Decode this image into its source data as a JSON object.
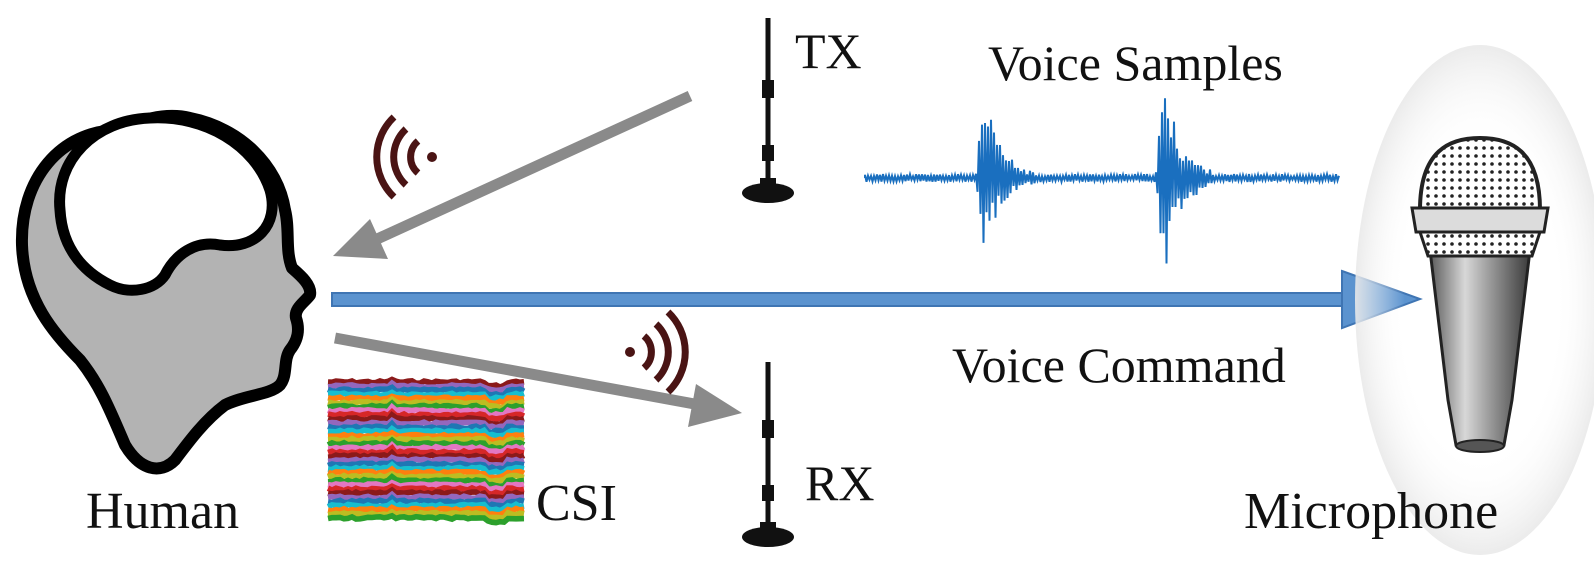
{
  "labels": {
    "human": "Human",
    "csi": "CSI",
    "tx": "TX",
    "rx": "RX",
    "voice_samples": "Voice Samples",
    "voice_command": "Voice Command",
    "microphone": "Microphone"
  },
  "icons": {
    "head": "human-head-icon",
    "antenna": "antenna-icon",
    "wifi": "wifi-signal-icon",
    "microphone": "microphone-icon"
  },
  "colors": {
    "signal_arrow": "#8a8a8a",
    "voice_arrow": "#5b93cf",
    "waveform": "#1a6fbf",
    "wifi_wave": "#4a1414",
    "head_fill": "#b3b3b3",
    "csi_series": [
      "#8b1a1a",
      "#1f77b4",
      "#ff7f0e",
      "#2ca02c",
      "#d62728",
      "#9467bd",
      "#17becf",
      "#bcbd22",
      "#e377c2"
    ]
  }
}
